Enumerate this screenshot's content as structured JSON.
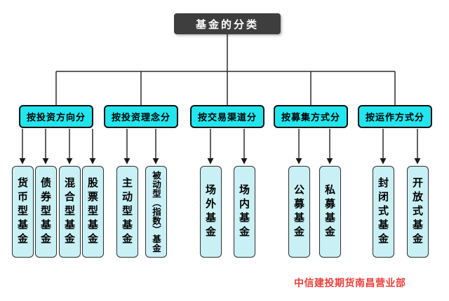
{
  "diagram": {
    "root": {
      "label": "基金的分类"
    },
    "categories": [
      {
        "label": "按投资方向分",
        "children": [
          {
            "label": "货币型基金"
          },
          {
            "label": "债券型基金"
          },
          {
            "label": "混合型基金"
          },
          {
            "label": "股票型基金"
          }
        ]
      },
      {
        "label": "按投资理念分",
        "children": [
          {
            "label": "主动型基金"
          },
          {
            "label": "被动型（指数）基金"
          }
        ]
      },
      {
        "label": "按交易渠道分",
        "children": [
          {
            "label": "场外基金"
          },
          {
            "label": "场内基金"
          }
        ]
      },
      {
        "label": "按募集方式分",
        "children": [
          {
            "label": "公募基金"
          },
          {
            "label": "私募基金"
          }
        ]
      },
      {
        "label": "按运作方式分",
        "children": [
          {
            "label": "封闭式基金"
          },
          {
            "label": "开放式基金"
          }
        ]
      }
    ],
    "footer": {
      "watermark": "中信建投期货南昌营业部"
    },
    "colors": {
      "root_bg": "#3e3e3e",
      "root_text": "#ffffff",
      "category_bg": "#21e6ee",
      "leaf_bg": "#c9f0f5",
      "node_border": "#101010",
      "line": "#2b2b2b",
      "watermark_text": "#e8413c",
      "page_bg": "#ffffff"
    }
  }
}
